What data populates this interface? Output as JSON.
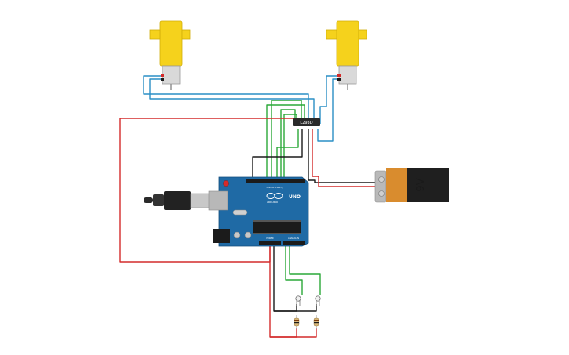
{
  "components": {
    "driver_ic": {
      "label": "L293D"
    },
    "battery": {
      "label": "9V"
    },
    "arduino": {
      "model_label": "UNO",
      "brand_label": "ARDUINO",
      "digital_header_label": "DIGITAL (PWM~)",
      "analog_header_label": "ANALOG IN",
      "power_header_label": "POWER"
    },
    "motors": [
      {
        "name": "left motor"
      },
      {
        "name": "right motor"
      }
    ],
    "sensors": [
      {
        "name": "photodiode 1"
      },
      {
        "name": "photodiode 2"
      }
    ],
    "resistors": [
      {
        "name": "resistor 1"
      },
      {
        "name": "resistor 2"
      }
    ]
  },
  "colors": {
    "wire_red": "#d42b2b",
    "wire_black": "#1b1b1b",
    "wire_green": "#2aa838",
    "wire_blue": "#2a8fc5",
    "motor_yellow": "#f5d21c",
    "arduino_blue": "#1f6aa5",
    "battery_orange": "#d98c2e"
  }
}
